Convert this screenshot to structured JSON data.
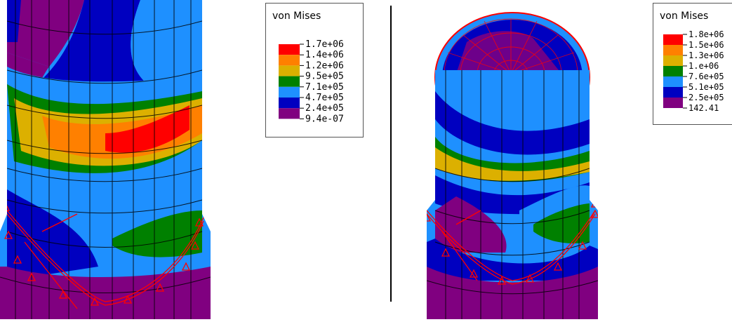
{
  "legends": [
    {
      "title": "von Mises",
      "labels": [
        "1.7e+06",
        "1.4e+06",
        "1.2e+06",
        "9.5e+05",
        "7.1e+05",
        "4.7e+05",
        "2.4e+05",
        "9.4e-07"
      ]
    },
    {
      "title": "von Mises",
      "labels": [
        "1.8e+06",
        "1.5e+06",
        "1.3e+06",
        "1.e+06",
        "7.6e+05",
        "5.1e+05",
        "2.5e+05",
        "142.41"
      ]
    }
  ],
  "colors": {
    "band_red": "#ff0000",
    "band_orange": "#ff8000",
    "band_yellow": "#dcb000",
    "band_green": "#008000",
    "band_light_blue": "#1e90ff",
    "band_dark_blue": "#0000c0",
    "band_purple": "#800080",
    "mesh_line": "#000000",
    "boundary_marker": "#ff0000"
  }
}
